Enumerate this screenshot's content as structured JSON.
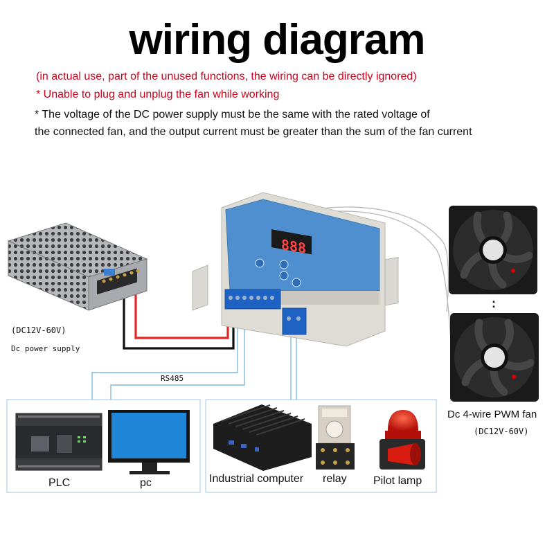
{
  "title": "wiring diagram",
  "notes": {
    "unused": "(in actual use, part of the unused functions, the wiring can be directly ignored)",
    "unplug": "* Unable to plug and unplug the fan while working",
    "voltage_line1": "* The voltage of the DC power supply must be the same with the rated voltage of",
    "voltage_line2": "the connected fan, and the output current must be greater than the sum of the fan current"
  },
  "power_supply": {
    "voltage": "(DC12V-60V)",
    "name": "Dc power supply"
  },
  "bus_label": "RS485",
  "fan": {
    "name": "Dc 4-wire PWM fan",
    "voltage": "(DC12V-60V)",
    "separator": ":"
  },
  "controller": {
    "display": "888"
  },
  "devices": {
    "plc": "PLC",
    "pc": "pc",
    "industrial_computer": "Industrial computer",
    "relay": "relay",
    "pilot_lamp": "Pilot lamp"
  },
  "colors": {
    "positive_wire": "#e32626",
    "negative_wire": "#111111",
    "signal_wire": "#7fb9de",
    "controller_face": "#4f8fcf",
    "terminal_blue": "#1e63c4",
    "lamp_red": "#d81c10"
  }
}
